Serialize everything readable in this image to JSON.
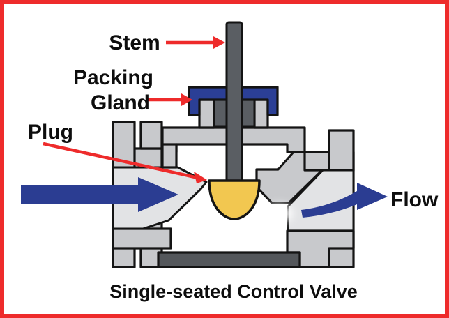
{
  "diagram": {
    "title": "Single-seated Control Valve",
    "labels": {
      "stem": "Stem",
      "packing_gland_line1": "Packing",
      "packing_gland_line2": "Gland",
      "plug": "Plug",
      "flow": "Flow"
    },
    "colors": {
      "border_red": "#EE2B2B",
      "annotation_red": "#EE2B2B",
      "body_gray": "#C8C9CC",
      "bore_gray": "#E2E3E5",
      "dark_gray": "#5A5E63",
      "plate_gray": "#54575B",
      "gland_blue": "#2B3F96",
      "flow_blue": "#2B3D92",
      "plug_yellow": "#F2C750",
      "outline_black": "#141414",
      "background": "#FFFFFF"
    }
  }
}
